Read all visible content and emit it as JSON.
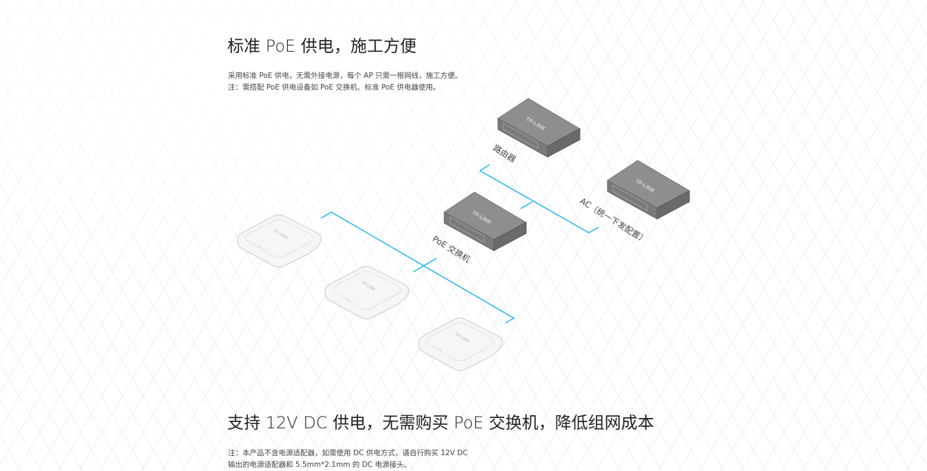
{
  "section1": {
    "title": "标准 PoE 供电，施工方便",
    "lines": [
      "采用标准 PoE 供电，无需外接电源，每个 AP 只需一根网线，施工方便。",
      "注：需搭配 PoE 供电设备如 PoE 交换机、标准 PoE 供电器使用。"
    ]
  },
  "diagram": {
    "brand": "TP-LINK",
    "router_label": "路由器",
    "ac_label": "AC（统一下发配置）",
    "switch_label": "PoE 交换机",
    "line_color": "#1eb4f0",
    "device_color": "#8a8a8a"
  },
  "section2": {
    "title": "支持 12V DC 供电，无需购买 PoE 交换机，降低组网成本",
    "lines": [
      "注：本产品不含电源适配器，如需使用 DC 供电方式，请自行购买 12V DC",
      "输出的电源适配器和 5.5mm*2.1mm 的 DC 电源接头。"
    ]
  }
}
